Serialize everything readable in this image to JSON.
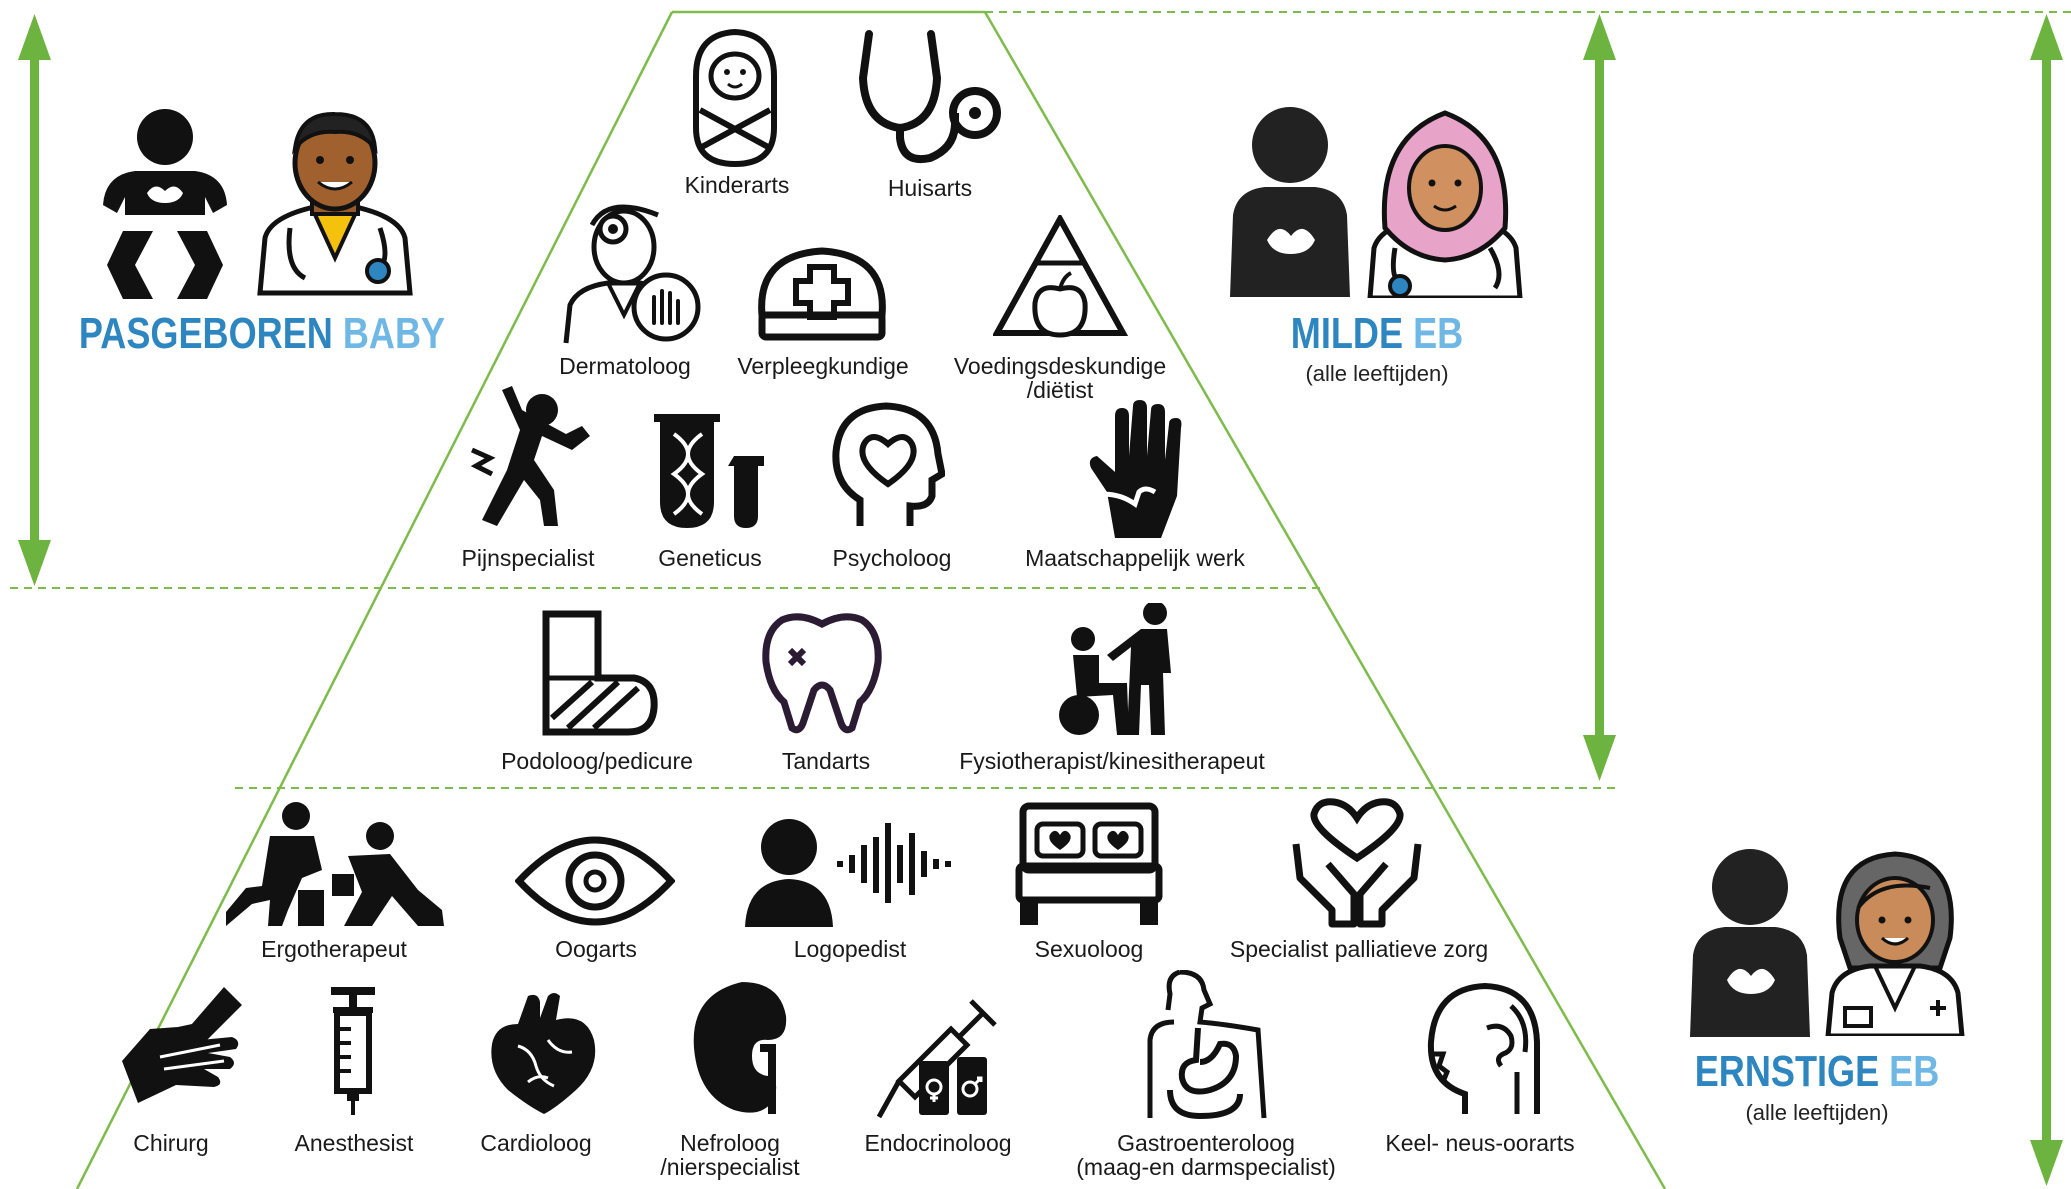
{
  "colors": {
    "accent_green": "#6db33f",
    "title_blue": "#2e86c1",
    "title_light_blue": "#6fb7e4",
    "icon_black": "#111111"
  },
  "groups": {
    "newborn": {
      "title_main": "PASGEBOREN",
      "title_accent": "BABY",
      "subtitle": ""
    },
    "mild": {
      "title_main": "MILDE",
      "title_accent": "EB",
      "subtitle": "(alle leeftijden)"
    },
    "severe": {
      "title_main": "ERNSTIGE",
      "title_accent": "EB",
      "subtitle": "(alle leeftijden)"
    }
  },
  "specialists": {
    "kinderarts": "Kinderarts",
    "huisarts": "Huisarts",
    "dermatoloog": "Dermatoloog",
    "verpleegkundige": "Verpleegkundige",
    "voedingsdeskundige": "Voedingsdeskundige",
    "voedingsdeskundige2": "/diëtist",
    "pijnspecialist": "Pijnspecialist",
    "geneticus": "Geneticus",
    "psycholoog": "Psycholoog",
    "maatschappelijk": "Maatschappelijk werk",
    "podoloog": "Podoloog/pedicure",
    "tandarts": "Tandarts",
    "fysiotherapist": "Fysiotherapist/kinesitherapeut",
    "ergotherapeut": "Ergotherapeut",
    "oogarts": "Oogarts",
    "logopedist": "Logopedist",
    "sexuoloog": "Sexuoloog",
    "palliatief": "Specialist palliatieve zorg",
    "chirurg": "Chirurg",
    "anesthesist": "Anesthesist",
    "cardioloog": "Cardioloog",
    "nefroloog": "Nefroloog",
    "nefroloog2": "/nierspecialist",
    "endocrinoloog": "Endocrinoloog",
    "gastro": "Gastroenteroloog",
    "gastro2": "(maag-en darmspecialist)",
    "kno": "Keel- neus-oorarts"
  }
}
